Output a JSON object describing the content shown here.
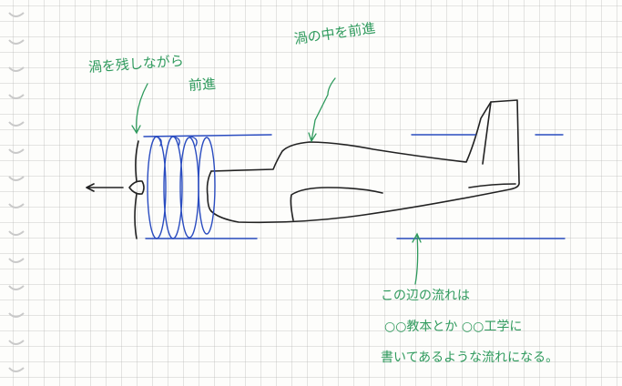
{
  "notes": {
    "left_top": "渦を残しながら",
    "left_bottom": "前進",
    "top_center": "渦の中を前進",
    "bottom_1": "この辺の流れは",
    "bottom_2": "○○教本とか ○○工学に",
    "bottom_3": "書いてあるような流れになる。"
  },
  "colors": {
    "paper": "#fdfdfb",
    "ink_black": "#222222",
    "ink_blue": "#2a4cc0",
    "ink_green": "#2f9a5d",
    "ring_hole": "#c9c9c9"
  }
}
